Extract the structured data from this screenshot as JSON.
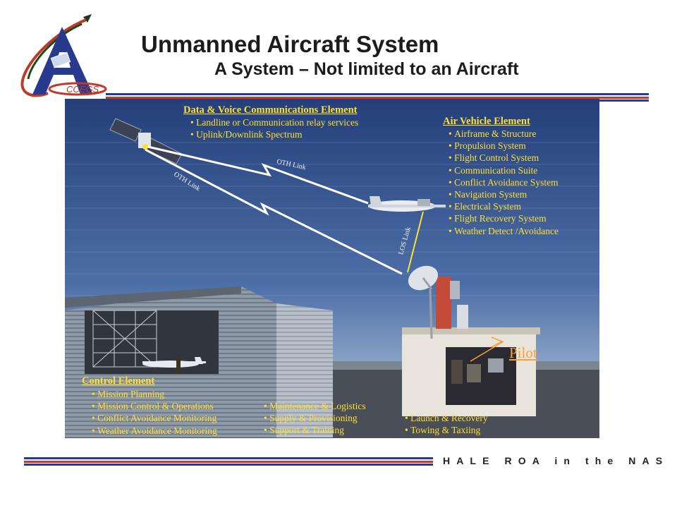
{
  "header": {
    "title": "Unmanned Aircraft System",
    "subtitle": "A System – Not limited to an Aircraft",
    "logo_text": "CCEGS"
  },
  "footer": {
    "text": "HALE ROA in the NAS"
  },
  "colors": {
    "navy": "#283a8e",
    "red": "#c0392b",
    "label_yellow": "#ffdf33",
    "pilot_orange": "#f3a23c"
  },
  "scene": {
    "data_voice": {
      "heading": "Data & Voice Communications Element",
      "items": [
        "Landline or Communication relay services",
        "Uplink/Downlink Spectrum"
      ]
    },
    "air_vehicle": {
      "heading": "Air Vehicle Element",
      "items": [
        "Airframe & Structure",
        "Propulsion System",
        "Flight Control System",
        "Communication Suite",
        "Conflict Avoidance System",
        "Navigation System",
        "Electrical System",
        "Flight Recovery System",
        "Weather Detect /Avoidance"
      ]
    },
    "control": {
      "heading": "Control Element",
      "col1": [
        "Mission Planning",
        "Mission Control & Operations",
        "Conflict Avoidance Monitoring",
        "Weather Avoidance Monitoring"
      ],
      "col2": [
        "Maintenance & Logistics",
        "Supply & Provisioning",
        "Support & Training"
      ],
      "col3": [
        "Launch & Recovery",
        "Towing & Taxiing"
      ]
    },
    "links": {
      "oth_upper": "OTH Link",
      "oth_lower": "OTH Link",
      "los": "LOS Link"
    },
    "pilot_label": "Pilot"
  }
}
